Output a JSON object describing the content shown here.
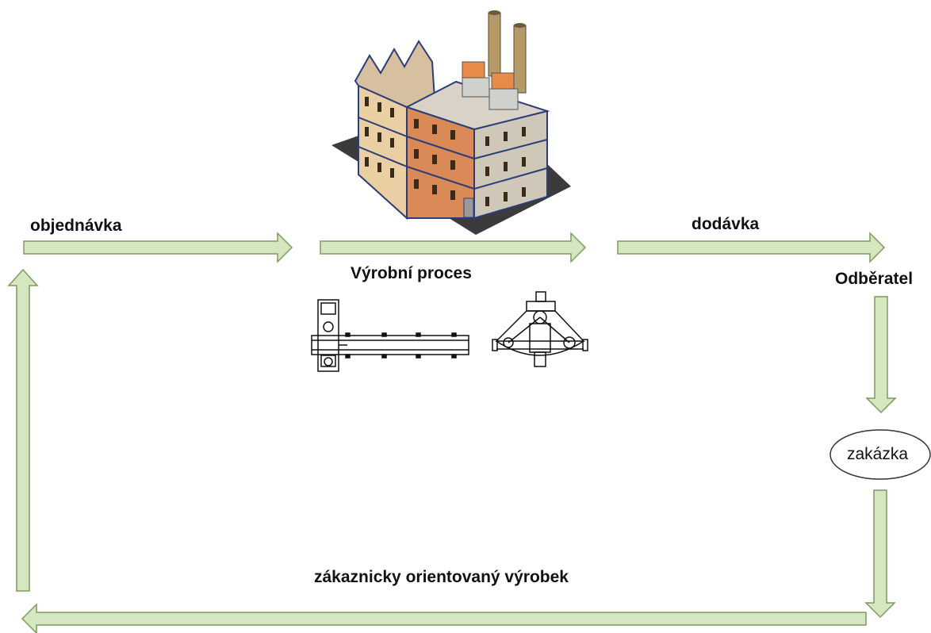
{
  "labels": {
    "order": "objednávka",
    "production": "Výrobní proces",
    "delivery": "dodávka",
    "customer": "Odběratel",
    "contract": "zakázka",
    "product": "zákaznicky orientovaný výrobek"
  },
  "colors": {
    "arrow_fill": "#d4e7c0",
    "arrow_stroke": "#7f9a5d"
  },
  "icons": {
    "factory": "factory-icon",
    "conveyor": "conveyor-machine-icon",
    "crusher": "crusher-machine-icon"
  }
}
